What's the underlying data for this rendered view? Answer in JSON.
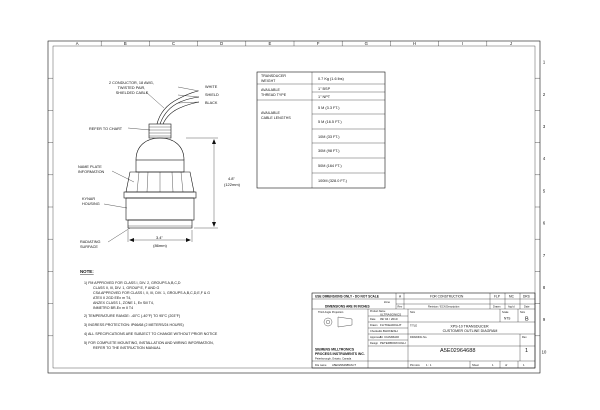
{
  "border": {
    "columns": [
      "A",
      "B",
      "C",
      "D",
      "E",
      "F",
      "G",
      "H",
      "I",
      "J"
    ],
    "rows": [
      "1",
      "2",
      "3",
      "4",
      "5",
      "6",
      "7",
      "8",
      "9",
      "10"
    ]
  },
  "callouts": {
    "cable": [
      "2 CONDUCTOR, 18 AWG,",
      "TWISTED PAIR,",
      "SHIELDED CABLE"
    ],
    "white": "WHITE",
    "shield": "SHIELD",
    "black": "BLACK",
    "refer_to_chart": "REFER TO CHART",
    "name_plate": [
      "NAME PLATE",
      "INFORMATION"
    ],
    "kynar": [
      "KYNAR",
      "HOUSING"
    ],
    "radiating": [
      "RADIATING",
      "SURFACE"
    ],
    "height_dim": [
      "4.8\"",
      "(122mm)"
    ],
    "width_dim": [
      "3.4\"",
      "(86mm)"
    ]
  },
  "spec_table": {
    "weight_label": [
      "TRANSDUCER",
      "WEIGHT"
    ],
    "weight_value": "0.7 Kg (1.6 lbs)",
    "thread_label": [
      "AVAILABLE",
      "THREAD TYPE"
    ],
    "thread_values": [
      "1\" BSP",
      "1\" NPT"
    ],
    "cable_label": [
      "AVAILABLE",
      "CABLE LENGTHS"
    ],
    "cable_values": [
      "5 M    (3.3 FT.)",
      "5 M    (16.5 FT.)",
      "10M   (33 FT.)",
      "30M   (98 FT.)",
      "50M   (164 FT.)",
      "100M (328.0 FT.)"
    ]
  },
  "notes": {
    "heading": "NOTE:",
    "items": [
      [
        "1) FM APPROVED FOR CLASS I, DIV. 2, GROUPS A,B,C,D",
        "CLASS II, III, DIV. 1, GROUP E, F AND G",
        "CSA APPROVED FOR CLASS I, II, III, DIV. 1, GROUPS A,B,C,D,E,F & G",
        "ATEX II 2GD EEx m T4,",
        "ANZEX CLASS 1, ZONE 1, Ex Sill T4,",
        "INMETRO BR-Ex m II T4"
      ],
      [
        "2) TEMPERATURE RANGE: -40°C (-40°F) TO 95°C (203°F)"
      ],
      [
        "3) INGRESS PROTECTION: IP66/68 (2 METERS/24 HOURS)"
      ],
      [
        "4) ALL SPECIFICATIONS ARE SUBJECT TO CHANGE WITHOUT PRIOR NOTICE"
      ],
      [
        "5) FOR COMPLETE MOUNTING, INSTALLATION AND WIRING INFORMATION,",
        "REFER TO THE INSTRUCTION MANUAL"
      ]
    ]
  },
  "title_block": {
    "dims_note": "USE DIMENSIONS ONLY - DO NOT SCALE",
    "dims_in": "DIMENSIONS ARE IN INCHES",
    "rev_col": "A",
    "rev_desc": "FOR CONSTRUCTION",
    "rev_d1": "FLP",
    "rev_d2": "MC",
    "rev_d3": "DRS",
    "hdr_zone": "Zone",
    "hdr_rev": "Rev",
    "hdr_desc": "Revision / ECN Description",
    "hdr_drawn": "Drawn",
    "hdr_app": "App'd",
    "hdr_date": "Date",
    "projection": "Third Angle Projection",
    "product_name_label": "Product Name",
    "product_name": "ULTRASONICS",
    "date_label": "Date",
    "date": "09/ 04 / 2010",
    "drawn_by_label": "Drawn",
    "drawn_by": "FLITKEADIGHT",
    "checked_label": "Checked",
    "checked": "A.BHONESH",
    "approved_label": "Approved",
    "approved": "M. CIAMMADI",
    "design_label": "Design",
    "design": "PETERBOROUGH",
    "title_label": "TITLE",
    "title": [
      "XPS-10 TRANSDUCER",
      "CUSTOMER OUTLINE DIAGRAM"
    ],
    "company": [
      "SIEMENS MILLTRONICS",
      "PROCESS INSTRUMENTS INC."
    ],
    "location": "Peterborough, Ontario, Canada",
    "drawing_no_label": "DRAWING No.",
    "drawing_no": "A5E02964688",
    "rev_label": "Rev",
    "rev": "1",
    "size_label": "Size",
    "size": "B",
    "scale_label": "Scale",
    "scale": "NTS",
    "file_label": "File name",
    "file": "A5E02964688/ACT",
    "plot_label": "Plot size",
    "plot": "1 : 1",
    "sheet_label": "Sheet",
    "sheet": "1",
    "of_label": "of",
    "sheets": "1"
  }
}
